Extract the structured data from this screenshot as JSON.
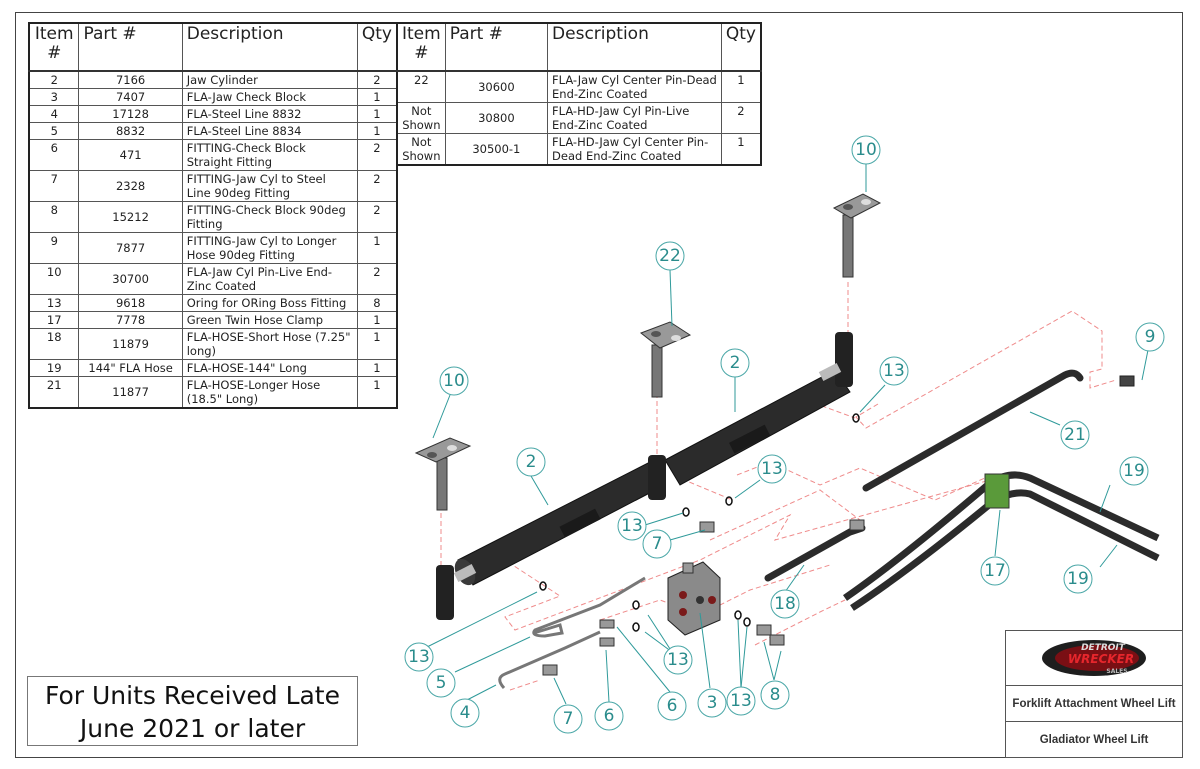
{
  "bom_left": {
    "headers": {
      "item": "Item #",
      "part": "Part #",
      "description": "Description",
      "qty": "Qty"
    },
    "rows": [
      {
        "item": "2",
        "part": "7166",
        "description": "Jaw Cylinder",
        "qty": "2"
      },
      {
        "item": "3",
        "part": "7407",
        "description": "FLA-Jaw Check Block",
        "qty": "1"
      },
      {
        "item": "4",
        "part": "17128",
        "description": "FLA-Steel Line 8832",
        "qty": "1"
      },
      {
        "item": "5",
        "part": "8832",
        "description": "FLA-Steel Line 8834",
        "qty": "1"
      },
      {
        "item": "6",
        "part": "471",
        "description": "FITTING-Check Block Straight Fitting",
        "qty": "2"
      },
      {
        "item": "7",
        "part": "2328",
        "description": "FITTING-Jaw Cyl to Steel Line 90deg Fitting",
        "qty": "2"
      },
      {
        "item": "8",
        "part": "15212",
        "description": "FITTING-Check Block 90deg Fitting",
        "qty": "2"
      },
      {
        "item": "9",
        "part": "7877",
        "description": "FITTING-Jaw Cyl to Longer Hose 90deg Fitting",
        "qty": "1"
      },
      {
        "item": "10",
        "part": "30700",
        "description": "FLA-Jaw Cyl Pin-Live End-Zinc Coated",
        "qty": "2"
      },
      {
        "item": "13",
        "part": "9618",
        "description": "Oring for ORing Boss Fitting",
        "qty": "8"
      },
      {
        "item": "17",
        "part": "7778",
        "description": "Green Twin Hose Clamp",
        "qty": "1"
      },
      {
        "item": "18",
        "part": "11879",
        "description": "FLA-HOSE-Short Hose (7.25\" long)",
        "qty": "1"
      },
      {
        "item": "19",
        "part": "144\" FLA Hose",
        "description": "FLA-HOSE-144\" Long",
        "qty": "1"
      },
      {
        "item": "21",
        "part": "11877",
        "description": "FLA-HOSE-Longer Hose (18.5\" Long)",
        "qty": "1"
      }
    ]
  },
  "bom_right": {
    "headers": {
      "item": "Item #",
      "part": "Part #",
      "description": "Description",
      "qty": "Qty"
    },
    "rows": [
      {
        "item": "22",
        "part": "30600",
        "description": "FLA-Jaw Cyl Center Pin-Dead End-Zinc Coated",
        "qty": "1"
      },
      {
        "item": "Not Shown",
        "part": "30800",
        "description": "FLA-HD-Jaw Cyl Pin-Live End-Zinc Coated",
        "qty": "2"
      },
      {
        "item": "Not Shown",
        "part": "30500-1",
        "description": "FLA-HD-Jaw Cyl Center Pin-Dead End-Zinc Coated",
        "qty": "1"
      }
    ]
  },
  "note": {
    "line1": "For Units Received Late",
    "line2": "June 2021 or later"
  },
  "title_block": {
    "logo": {
      "line1": "DETROIT",
      "line2": "WRECKER",
      "line3": "SALES"
    },
    "drawing_title": "Forklift Attachment Wheel Lift",
    "product": "Gladiator Wheel Lift"
  },
  "colors": {
    "callout": "#2a8c8c",
    "center_line": "#ef8b8b",
    "part_dark": "#2b2b2b",
    "clamp_green": "#5a9a3a",
    "logo_red": "#c0161c"
  },
  "callouts": [
    {
      "label": "10"
    },
    {
      "label": "22"
    },
    {
      "label": "9"
    },
    {
      "label": "2"
    },
    {
      "label": "13"
    },
    {
      "label": "10"
    },
    {
      "label": "2"
    },
    {
      "label": "13"
    },
    {
      "label": "21"
    },
    {
      "label": "19"
    },
    {
      "label": "13"
    },
    {
      "label": "7"
    },
    {
      "label": "17"
    },
    {
      "label": "19"
    },
    {
      "label": "18"
    },
    {
      "label": "13"
    },
    {
      "label": "13"
    },
    {
      "label": "5"
    },
    {
      "label": "4"
    },
    {
      "label": "7"
    },
    {
      "label": "6"
    },
    {
      "label": "6"
    },
    {
      "label": "3"
    },
    {
      "label": "13"
    },
    {
      "label": "8"
    }
  ]
}
